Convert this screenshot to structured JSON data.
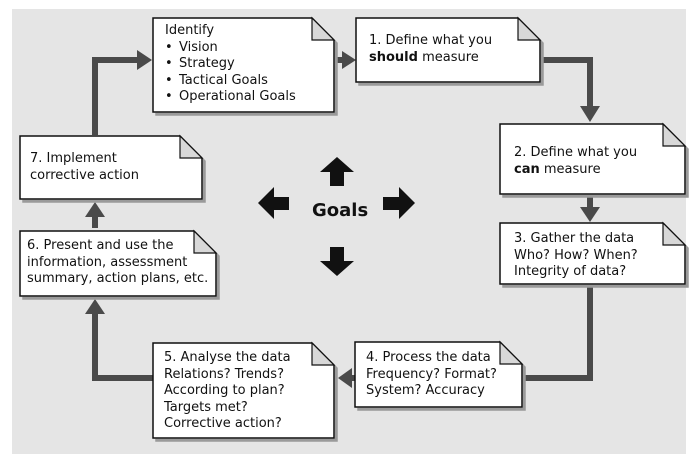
{
  "center": {
    "label": "Goals"
  },
  "boxes": {
    "identify": {
      "title": "Identify",
      "items": [
        "Vision",
        "Strategy",
        "Tactical Goals",
        "Operational Goals"
      ]
    },
    "step1": {
      "line1": "1. Define what you",
      "line2_bold": "should",
      "line2_rest": " measure"
    },
    "step2": {
      "line1": "2. Define what you",
      "line2_bold": "can",
      "line2_rest": " measure"
    },
    "step3": {
      "lines": [
        "3. Gather the data",
        "Who? How? When?",
        "Integrity of data?"
      ]
    },
    "step4": {
      "lines": [
        "4. Process the data",
        "Frequency? Format?",
        "System? Accuracy"
      ]
    },
    "step5": {
      "lines": [
        "5. Analyse the data",
        "Relations? Trends?",
        "According to plan?",
        "Targets met?",
        "Corrective action?"
      ]
    },
    "step6": {
      "lines": [
        "6. Present and use the",
        "information, assessment",
        "summary, action plans, etc."
      ]
    },
    "step7": {
      "lines": [
        "7. Implement",
        "corrective action"
      ]
    }
  }
}
